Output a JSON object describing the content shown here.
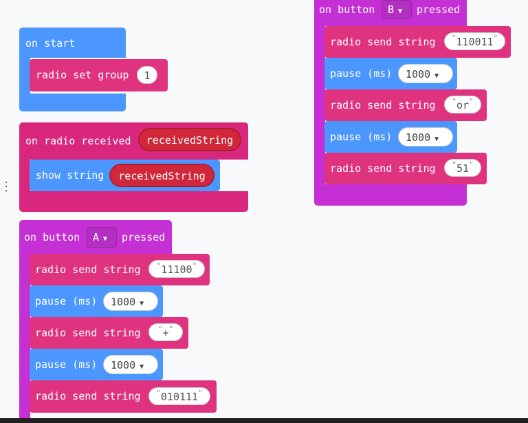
{
  "workspace": {
    "handle_glyph": "⋮"
  },
  "on_start": {
    "header": "on start",
    "set_group_label": "radio set group",
    "group_value": "1"
  },
  "on_received": {
    "header": "on radio received",
    "param": "receivedString",
    "show_label": "show string",
    "show_value": "receivedString"
  },
  "button_a": {
    "prefix": "on button",
    "button": "A",
    "suffix": "pressed",
    "send_label": "radio send string",
    "pause_label": "pause (ms)",
    "send1": "11100",
    "pause1": "1000",
    "send2": "+",
    "pause2": "1000",
    "send3": "010111"
  },
  "button_b": {
    "prefix": "on button",
    "button": "B",
    "suffix": "pressed",
    "send_label": "radio send string",
    "pause_label": "pause (ms)",
    "send1": "110011",
    "pause1": "1000",
    "send2": "or",
    "pause2": "1000",
    "send3": "51"
  },
  "colors": {
    "event_blue": "#4c97ff",
    "radio_pink": "#e0337f",
    "input_magenta": "#c530d4",
    "variable_red": "#d0283a",
    "background": "#f8f9fb"
  }
}
